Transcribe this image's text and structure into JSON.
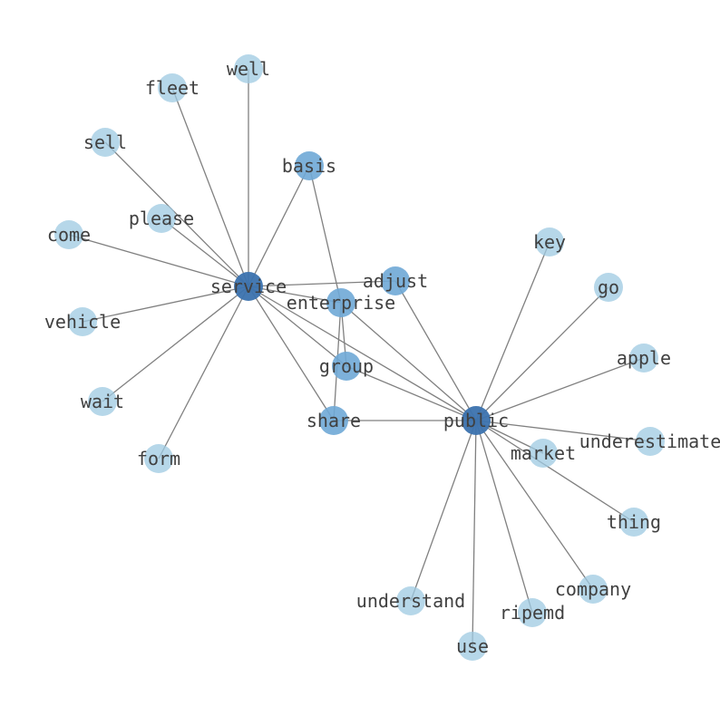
{
  "colors": {
    "hub": "#3b72ae",
    "mid": "#6fa8d6",
    "leaf": "#9ecae1",
    "edge": "#808080",
    "label": "#404040"
  },
  "nodes": [
    {
      "id": "service",
      "label": "service",
      "tier": "hub"
    },
    {
      "id": "public",
      "label": "public",
      "tier": "hub"
    },
    {
      "id": "enterprise",
      "label": "enterprise",
      "tier": "mid"
    },
    {
      "id": "adjust",
      "label": "adjust",
      "tier": "mid"
    },
    {
      "id": "group",
      "label": "group",
      "tier": "mid"
    },
    {
      "id": "share",
      "label": "share",
      "tier": "mid"
    },
    {
      "id": "basis",
      "label": "basis",
      "tier": "mid"
    },
    {
      "id": "well",
      "label": "well",
      "tier": "leaf"
    },
    {
      "id": "fleet",
      "label": "fleet",
      "tier": "leaf"
    },
    {
      "id": "sell",
      "label": "sell",
      "tier": "leaf"
    },
    {
      "id": "please",
      "label": "please",
      "tier": "leaf"
    },
    {
      "id": "come",
      "label": "come",
      "tier": "leaf"
    },
    {
      "id": "vehicle",
      "label": "vehicle",
      "tier": "leaf"
    },
    {
      "id": "wait",
      "label": "wait",
      "tier": "leaf"
    },
    {
      "id": "form",
      "label": "form",
      "tier": "leaf"
    },
    {
      "id": "key",
      "label": "key",
      "tier": "leaf"
    },
    {
      "id": "go",
      "label": "go",
      "tier": "leaf"
    },
    {
      "id": "apple",
      "label": "apple",
      "tier": "leaf"
    },
    {
      "id": "underestimate",
      "label": "underestimate",
      "tier": "leaf"
    },
    {
      "id": "market",
      "label": "market",
      "tier": "leaf"
    },
    {
      "id": "thing",
      "label": "thing",
      "tier": "leaf"
    },
    {
      "id": "company",
      "label": "company",
      "tier": "leaf"
    },
    {
      "id": "ripemd",
      "label": "ripemd",
      "tier": "leaf"
    },
    {
      "id": "use",
      "label": "use",
      "tier": "leaf"
    },
    {
      "id": "understand",
      "label": "understand",
      "tier": "leaf"
    }
  ],
  "edges": [
    [
      "service",
      "well"
    ],
    [
      "service",
      "fleet"
    ],
    [
      "service",
      "sell"
    ],
    [
      "service",
      "please"
    ],
    [
      "service",
      "come"
    ],
    [
      "service",
      "vehicle"
    ],
    [
      "service",
      "wait"
    ],
    [
      "service",
      "form"
    ],
    [
      "service",
      "basis"
    ],
    [
      "service",
      "adjust"
    ],
    [
      "service",
      "enterprise"
    ],
    [
      "service",
      "group"
    ],
    [
      "service",
      "share"
    ],
    [
      "service",
      "public"
    ],
    [
      "basis",
      "enterprise"
    ],
    [
      "enterprise",
      "group"
    ],
    [
      "enterprise",
      "share"
    ],
    [
      "enterprise",
      "public"
    ],
    [
      "adjust",
      "public"
    ],
    [
      "group",
      "public"
    ],
    [
      "share",
      "public"
    ],
    [
      "public",
      "key"
    ],
    [
      "public",
      "go"
    ],
    [
      "public",
      "apple"
    ],
    [
      "public",
      "underestimate"
    ],
    [
      "public",
      "market"
    ],
    [
      "public",
      "thing"
    ],
    [
      "public",
      "company"
    ],
    [
      "public",
      "ripemd"
    ],
    [
      "public",
      "use"
    ],
    [
      "public",
      "understand"
    ]
  ]
}
